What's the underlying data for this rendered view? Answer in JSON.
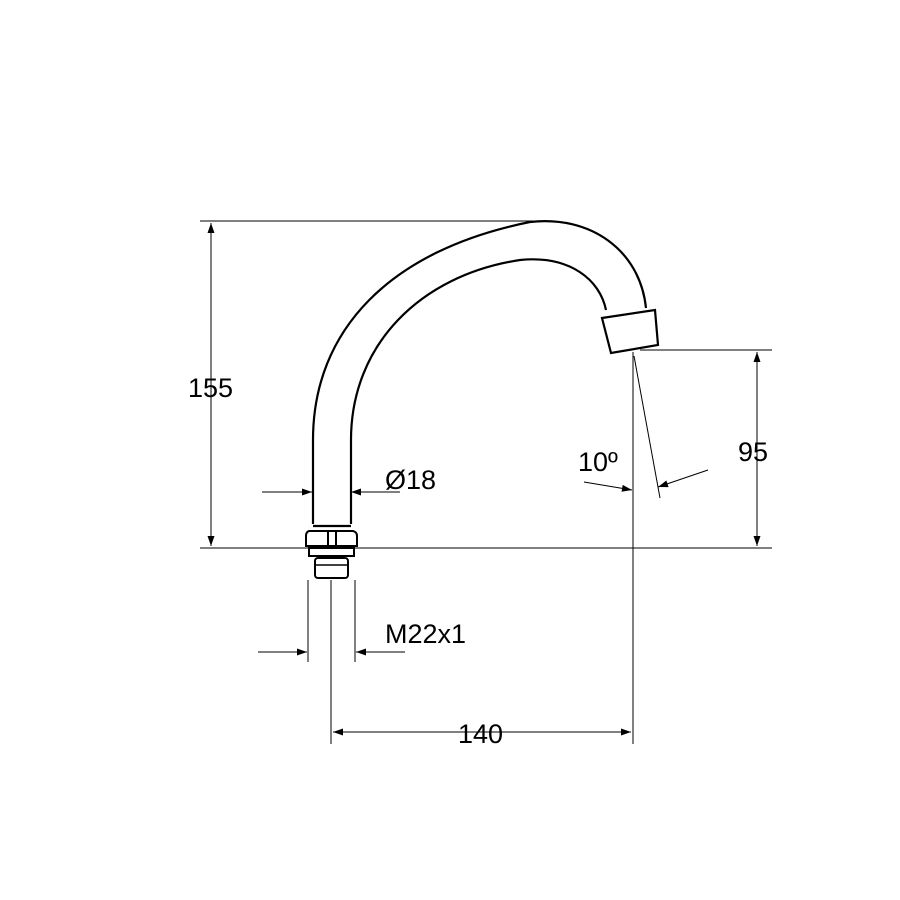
{
  "drawing": {
    "dimensions": {
      "total_height": "155",
      "outlet_height": "95",
      "pipe_diameter": "Ø18",
      "spray_angle": "10º",
      "thread": "M22x1",
      "projection": "140"
    },
    "colors": {
      "line": "#000000",
      "background": "#ffffff"
    }
  }
}
